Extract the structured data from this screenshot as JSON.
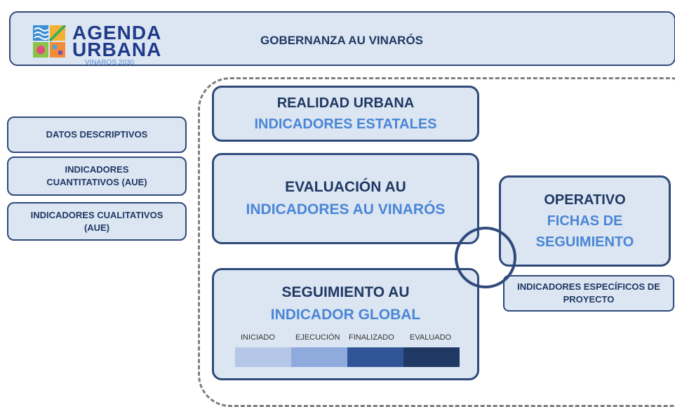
{
  "header": {
    "logo_line1": "AGENDA",
    "logo_line2": "URBANA",
    "logo_sub": "VINAROS 2030",
    "title": "GOBERNANZA AU VINARÓS"
  },
  "sidebar": [
    {
      "label": "DATOS DESCRIPTIVOS"
    },
    {
      "label": "INDICADORES CUANTITATIVOS (AUE)"
    },
    {
      "label": "INDICADORES CUALITATIVOS (AUE)"
    }
  ],
  "realidad": {
    "title": "REALIDAD URBANA",
    "subtitle": "INDICADORES ESTATALES"
  },
  "evaluacion": {
    "title": "EVALUACIÓN AU",
    "subtitle": "INDICADORES AU VINARÓS"
  },
  "seguimiento": {
    "title": "SEGUIMIENTO AU",
    "subtitle": "INDICADOR GLOBAL",
    "stages": [
      {
        "label": "INICIADO",
        "color": "#b4c7e7"
      },
      {
        "label": "EJECUCIÓN",
        "color": "#8faadc"
      },
      {
        "label": "FINALIZADO",
        "color": "#2f5597"
      },
      {
        "label": "EVALUADO",
        "color": "#203864"
      }
    ]
  },
  "operativo": {
    "title": "OPERATIVO",
    "subtitle_line1": "FICHAS DE",
    "subtitle_line2": "SEGUIMIENTO"
  },
  "especificos": {
    "label": "INDICADORES ESPECÍFICOS DE PROYECTO"
  }
}
